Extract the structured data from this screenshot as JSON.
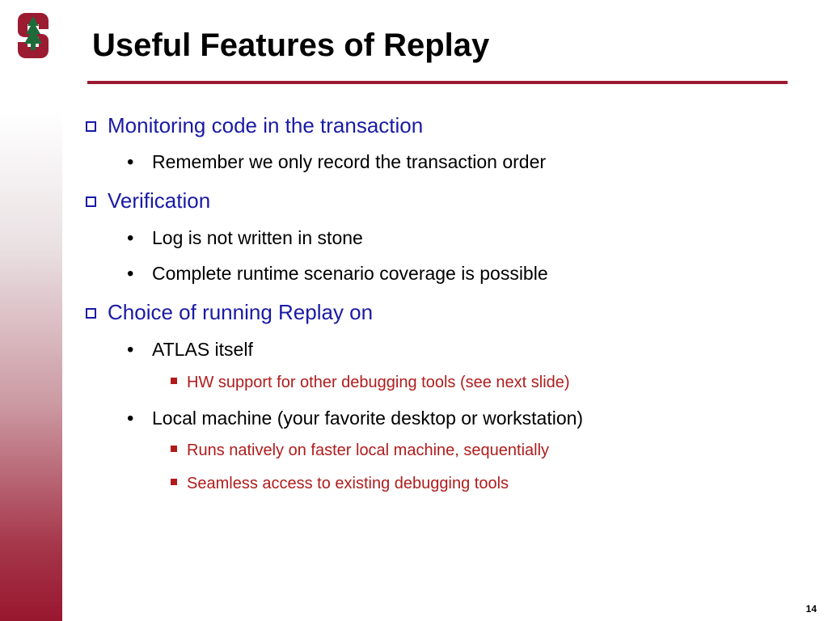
{
  "slide": {
    "title": "Useful Features of Replay",
    "page_number": "14"
  },
  "bullets": [
    {
      "level": 1,
      "text": "Monitoring code in the transaction"
    },
    {
      "level": 2,
      "text": "Remember we only record the transaction order"
    },
    {
      "level": 1,
      "text": "Verification"
    },
    {
      "level": 2,
      "text": "Log is not written in stone"
    },
    {
      "level": 2,
      "text": "Complete runtime scenario coverage is possible"
    },
    {
      "level": 1,
      "text": "Choice of running Replay on"
    },
    {
      "level": 2,
      "text": "ATLAS itself"
    },
    {
      "level": 3,
      "text": "HW support for other debugging tools (see next slide)"
    },
    {
      "level": 2,
      "text": "Local machine (your favorite desktop or workstation)"
    },
    {
      "level": 3,
      "text": "Runs natively on faster local machine, sequentially"
    },
    {
      "level": 3,
      "text": "Seamless access to existing debugging tools"
    }
  ],
  "colors": {
    "accent": "#9b1b31",
    "level1_text": "#1a1aa6",
    "level3_text": "#b01c1c"
  },
  "icons": {
    "logo": "stanford-s-tree-logo-icon",
    "level1_marker": "hollow-square-bullet-icon",
    "level2_marker": "round-bullet-icon",
    "level3_marker": "filled-square-bullet-icon"
  }
}
